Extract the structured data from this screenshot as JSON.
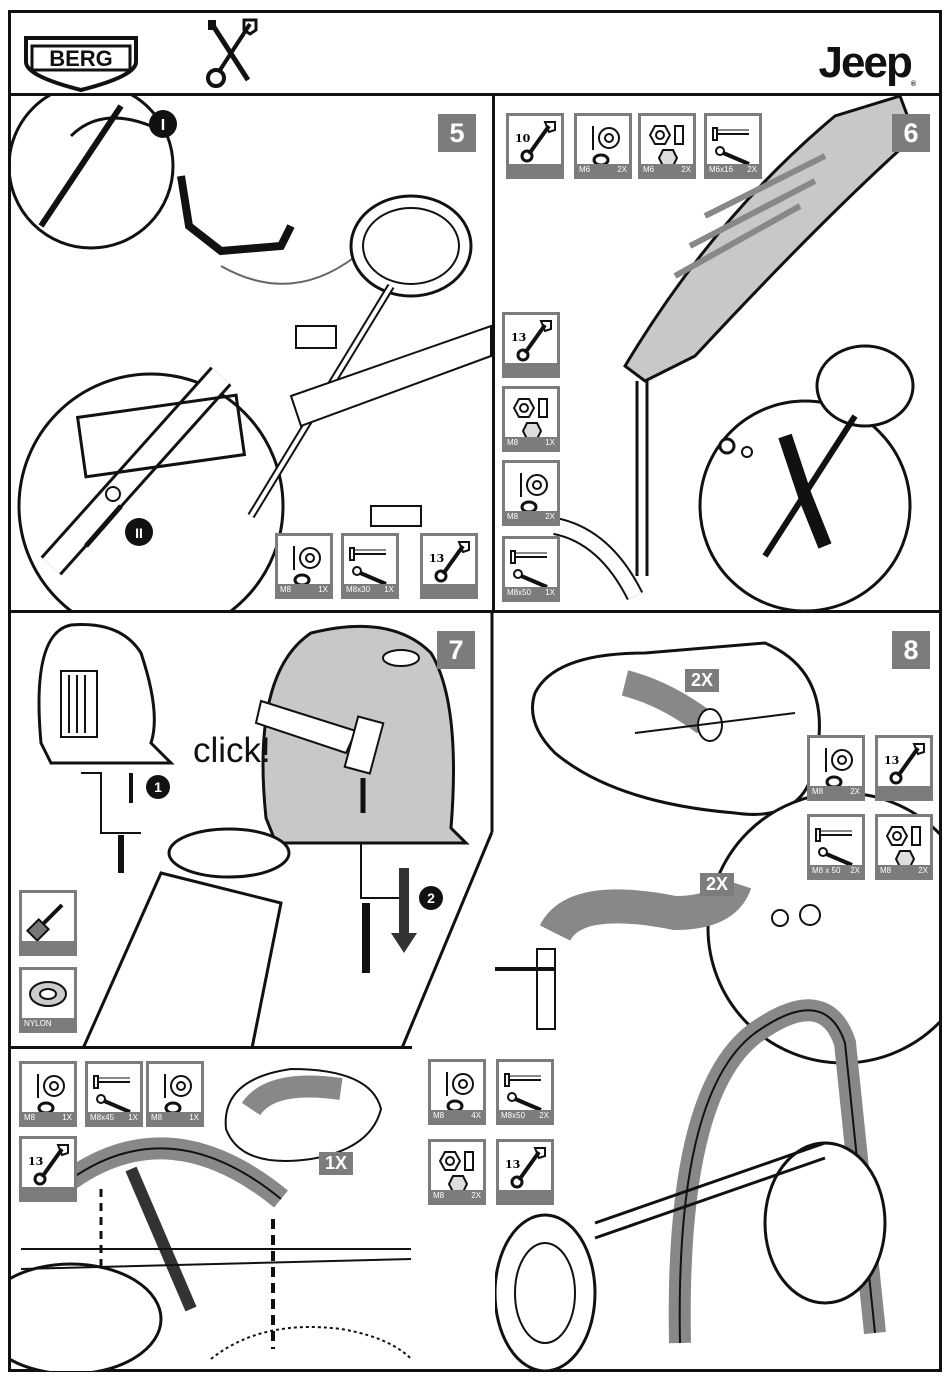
{
  "header": {
    "logo_text": "BERG",
    "brand_text": "Jeep",
    "brand_mark": "®",
    "tools_icon": "wrench-screwdriver-icon"
  },
  "steps": [
    {
      "number": "5",
      "markers": [
        "I",
        "II"
      ],
      "parts": [
        {
          "icon": "washer-icon",
          "label": "M8",
          "qty": "1X"
        },
        {
          "icon": "bolt-icon",
          "label": "M8x30",
          "qty": "1X"
        },
        {
          "icon": "wrench-icon",
          "label": "13",
          "qty": ""
        }
      ]
    },
    {
      "number": "6",
      "parts": [
        {
          "icon": "wrench-icon",
          "label": "10",
          "qty": ""
        },
        {
          "icon": "washer-icon",
          "label": "M6",
          "qty": "2X"
        },
        {
          "icon": "nut-icon",
          "label": "M6",
          "qty": "2X"
        },
        {
          "icon": "bolt-icon",
          "label": "M6x16",
          "qty": "2X"
        },
        {
          "icon": "wrench-icon",
          "label": "13",
          "qty": ""
        },
        {
          "icon": "nut-icon",
          "label": "M8",
          "qty": "1X"
        },
        {
          "icon": "washer-icon",
          "label": "M8",
          "qty": "2X"
        },
        {
          "icon": "bolt-icon",
          "label": "M8x50",
          "qty": "1X"
        }
      ]
    },
    {
      "number": "7",
      "click_text": "click!",
      "markers": [
        "1",
        "2"
      ],
      "parts": [
        {
          "icon": "hammer-icon",
          "label": "",
          "qty": ""
        },
        {
          "icon": "nylon-washer-icon",
          "label": "NYLON",
          "qty": ""
        }
      ]
    },
    {
      "number": "8",
      "tags": [
        "2X",
        "2X"
      ],
      "parts": [
        {
          "icon": "washer-icon",
          "label": "M8",
          "qty": "2X"
        },
        {
          "icon": "wrench-icon",
          "label": "13",
          "qty": ""
        },
        {
          "icon": "bolt-icon",
          "label": "M8 x 50",
          "qty": "2X"
        },
        {
          "icon": "nut-icon",
          "label": "M8",
          "qty": "2X"
        }
      ]
    },
    {
      "number": "",
      "tags": [
        "1X"
      ],
      "parts": [
        {
          "icon": "washer-icon",
          "label": "M8",
          "qty": "1X"
        },
        {
          "icon": "bolt-icon",
          "label": "M8x45",
          "qty": "1X"
        },
        {
          "icon": "washer-icon",
          "label": "M8",
          "qty": "1X"
        },
        {
          "icon": "wrench-icon",
          "label": "13",
          "qty": ""
        }
      ]
    },
    {
      "number": "",
      "parts": [
        {
          "icon": "washer-icon",
          "label": "M8",
          "qty": "4X"
        },
        {
          "icon": "bolt-icon",
          "label": "M8x50",
          "qty": "2X"
        },
        {
          "icon": "nut-icon",
          "label": "M8",
          "qty": "2X"
        },
        {
          "icon": "wrench-icon",
          "label": "13",
          "qty": ""
        }
      ]
    }
  ]
}
